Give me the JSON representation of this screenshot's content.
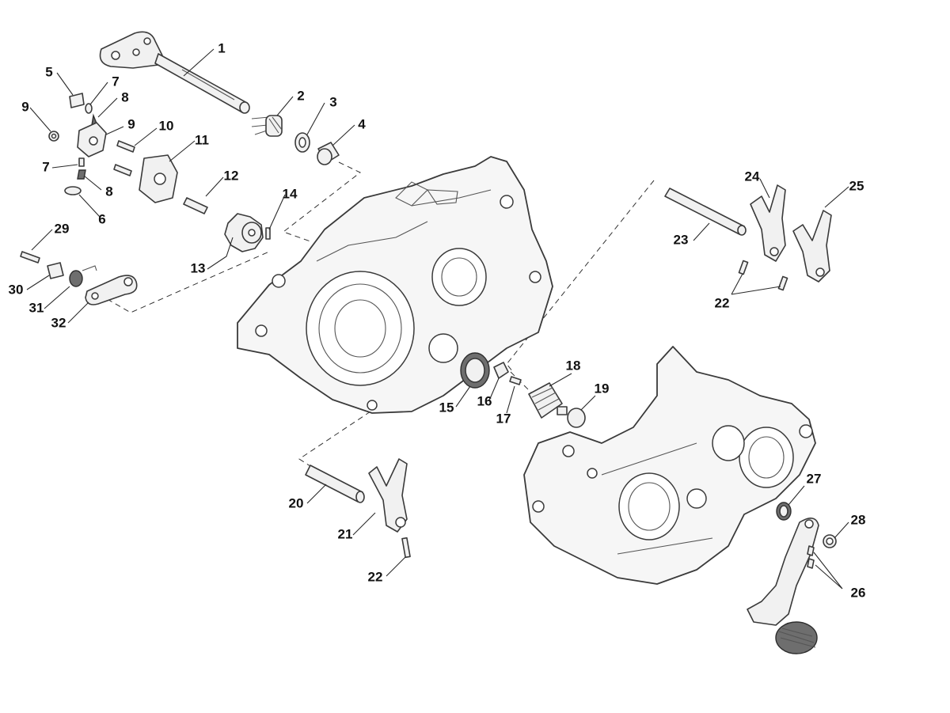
{
  "diagram": {
    "title": "Gearshift mechanism exploded view",
    "callouts": [
      "1",
      "2",
      "3",
      "4",
      "5",
      "7",
      "8",
      "9",
      "9",
      "10",
      "11",
      "7",
      "8",
      "6",
      "12",
      "14",
      "13",
      "29",
      "30",
      "31",
      "32",
      "24",
      "25",
      "23",
      "22",
      "18",
      "19",
      "15",
      "16",
      "17",
      "20",
      "21",
      "22",
      "27",
      "28",
      "26"
    ]
  }
}
